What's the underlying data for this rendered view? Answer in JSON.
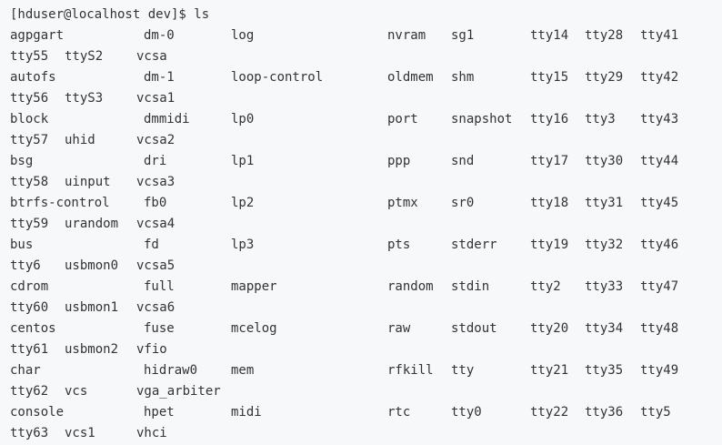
{
  "prompt": "[hduser@localhost dev]$ ls",
  "columns": [
    0,
    147,
    243,
    415,
    485,
    572,
    632,
    693
  ],
  "wrap_columns": [
    0,
    60,
    139
  ],
  "rows": [
    {
      "main": [
        "agpgart",
        "dm-0",
        "log",
        "nvram",
        "sg1",
        "tty14",
        "tty28",
        "tty41"
      ],
      "wrap": [
        "tty55",
        "ttyS2",
        "vcsa"
      ]
    },
    {
      "main": [
        "autofs",
        "dm-1",
        "loop-control",
        "oldmem",
        "shm",
        "tty15",
        "tty29",
        "tty42"
      ],
      "wrap": [
        "tty56",
        "ttyS3",
        "vcsa1"
      ]
    },
    {
      "main": [
        "block",
        "dmmidi",
        "lp0",
        "port",
        "snapshot",
        "tty16",
        "tty3",
        "tty43"
      ],
      "wrap": [
        "tty57",
        "uhid",
        "vcsa2"
      ]
    },
    {
      "main": [
        "bsg",
        "dri",
        "lp1",
        "ppp",
        "snd",
        "tty17",
        "tty30",
        "tty44"
      ],
      "wrap": [
        "tty58",
        "uinput",
        "vcsa3"
      ]
    },
    {
      "main": [
        "btrfs-control",
        "fb0",
        "lp2",
        "ptmx",
        "sr0",
        "tty18",
        "tty31",
        "tty45"
      ],
      "wrap": [
        "tty59",
        "urandom",
        "vcsa4"
      ]
    },
    {
      "main": [
        "bus",
        "fd",
        "lp3",
        "pts",
        "stderr",
        "tty19",
        "tty32",
        "tty46"
      ],
      "wrap": [
        "tty6",
        "usbmon0",
        "vcsa5"
      ]
    },
    {
      "main": [
        "cdrom",
        "full",
        "mapper",
        "random",
        "stdin",
        "tty2",
        "tty33",
        "tty47"
      ],
      "wrap": [
        "tty60",
        "usbmon1",
        "vcsa6"
      ]
    },
    {
      "main": [
        "centos",
        "fuse",
        "mcelog",
        "raw",
        "stdout",
        "tty20",
        "tty34",
        "tty48"
      ],
      "wrap": [
        "tty61",
        "usbmon2",
        "vfio"
      ]
    },
    {
      "main": [
        "char",
        "hidraw0",
        "mem",
        "rfkill",
        "tty",
        "tty21",
        "tty35",
        "tty49"
      ],
      "wrap": [
        "tty62",
        "vcs",
        "vga_arbiter"
      ]
    },
    {
      "main": [
        "console",
        "hpet",
        "midi",
        "rtc",
        "tty0",
        "tty22",
        "tty36",
        "tty5"
      ],
      "wrap": [
        "tty63",
        "vcs1",
        "vhci"
      ]
    }
  ]
}
